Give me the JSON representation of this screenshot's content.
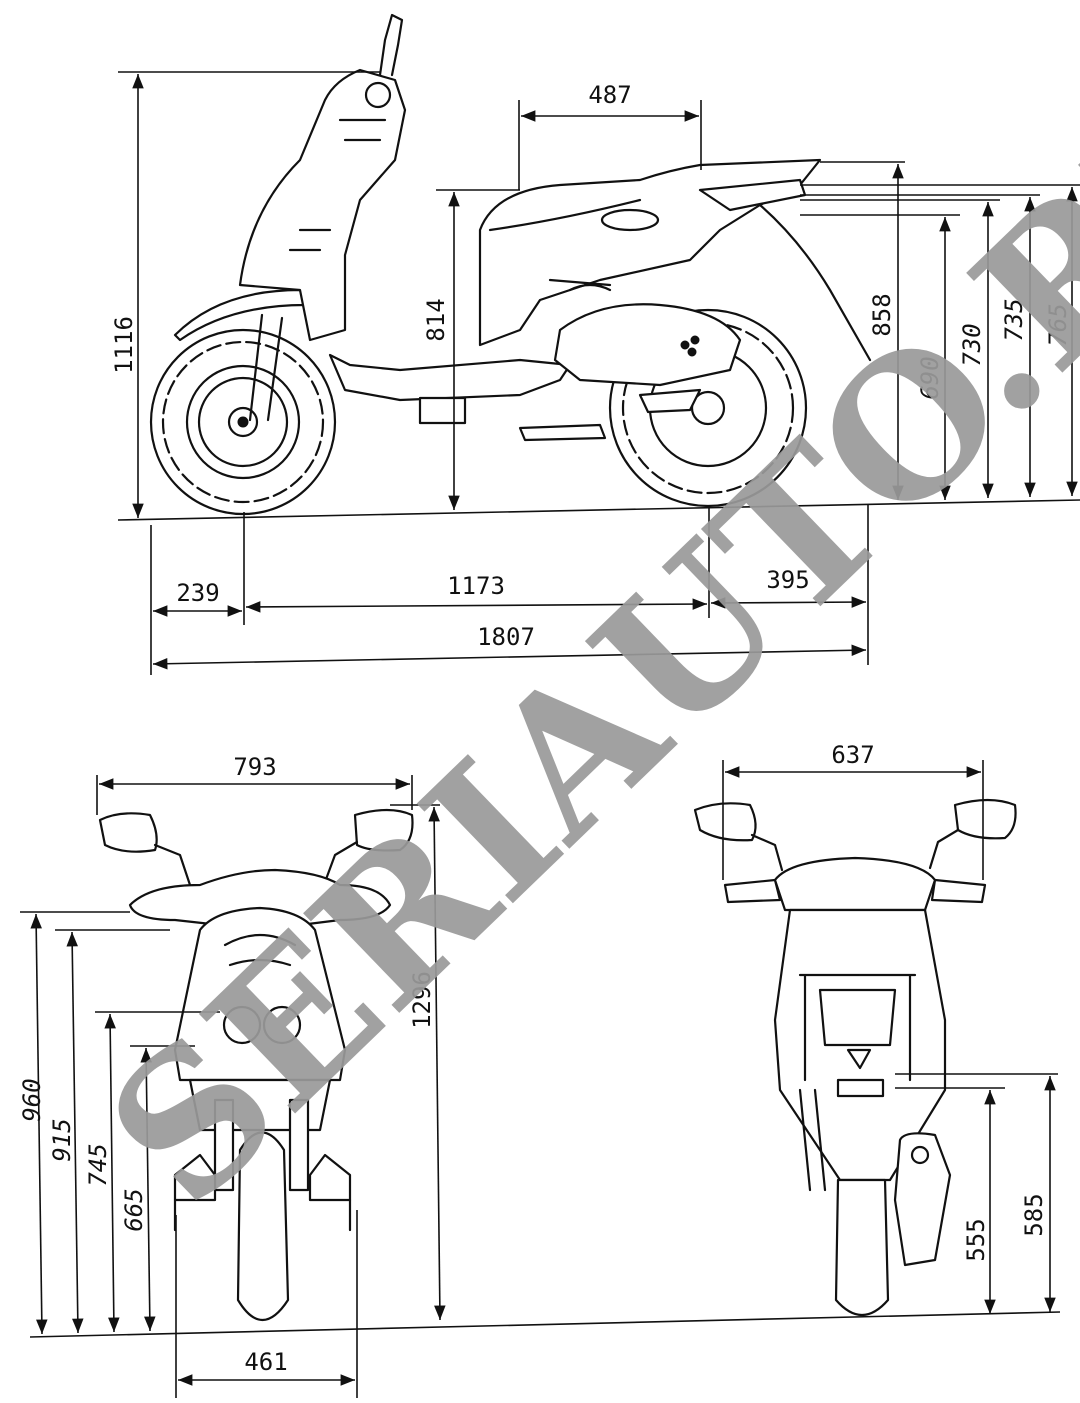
{
  "watermark": "SERIAUTO.RU",
  "side_view": {
    "dims": {
      "overall_height": "1116",
      "seat_length": "487",
      "seat_height": "814",
      "h858": "858",
      "h690": "690",
      "h730": "730",
      "h735": "735",
      "h765": "765",
      "front_overhang": "239",
      "wheelbase": "1173",
      "rear_overhang": "395",
      "overall_length": "1807"
    }
  },
  "front_view": {
    "dims": {
      "mirror_width": "793",
      "mirror_height": "1296",
      "h960": "960",
      "h915": "915",
      "h745": "745",
      "h665": "665",
      "floor_width": "461"
    }
  },
  "rear_view": {
    "dims": {
      "width": "637",
      "h555": "555",
      "h585": "585"
    }
  }
}
